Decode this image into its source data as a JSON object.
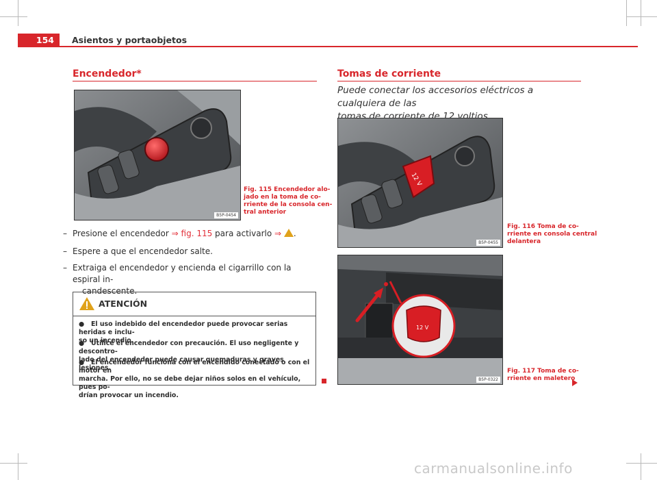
{
  "header": {
    "page_number": "154",
    "running_title": "Asientos y portaobjetos"
  },
  "left": {
    "title": "Encendedor*",
    "figure": {
      "code": "B5P-0454",
      "caption": [
        "Fig. 115  Encendedor alo-",
        "jado en la toma de co-",
        "rriente de la consola cen-",
        "tral anterior"
      ]
    },
    "steps": [
      {
        "lines": [
          "Presione el encendedor ",
          "fig. 115",
          " para activarlo "
        ]
      },
      {
        "lines": [
          "Espere a que el encendedor salte."
        ]
      },
      {
        "lines": [
          "Extraiga el encendedor y encienda el cigarrillo con la espiral in-",
          "candescente."
        ]
      }
    ],
    "arrow": "⇒",
    "attention": {
      "title": "ATENCIÓN",
      "items": [
        [
          "El uso indebido del encendedor puede provocar serias heridas e inclu-",
          "so un incendio."
        ],
        [
          "Utilice el encendedor con precaución. El uso negligente y descontro-",
          "lado del encendedor puede causar quemaduras y graves lesiones."
        ],
        [
          "El encendedor funciona con el encendido conectado o con el motor en",
          "marcha. Por ello, no se debe dejar niños solos en el vehículo, pues po-",
          "drían provocar un incendio."
        ]
      ]
    }
  },
  "right": {
    "title": "Tomas de corriente",
    "intro": [
      "Puede conectar los accesorios eléctricos a cualquiera de las",
      "tomas de corriente de 12 voltios."
    ],
    "figure1": {
      "code": "B5P-0455",
      "label": "12 V",
      "caption": [
        "Fig. 116  Toma de co-",
        "rriente en consola central",
        "delantera"
      ]
    },
    "figure2": {
      "code": "B5P-0322",
      "label": "12 V",
      "caption": [
        "Fig. 117  Toma de co-",
        "rriente en maletero"
      ]
    }
  },
  "watermark": "carmanualsonline.info",
  "colors": {
    "accent": "#d8262b",
    "warning": "#e0a21b"
  }
}
